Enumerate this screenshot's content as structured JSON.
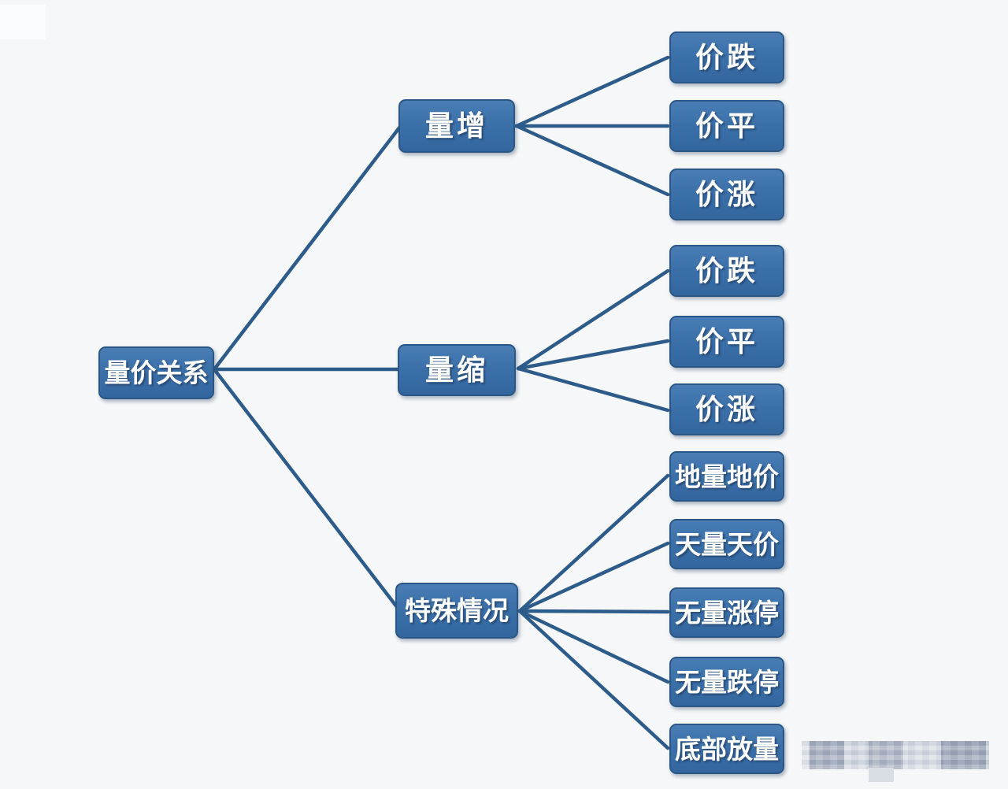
{
  "diagram": {
    "root": {
      "label": "量价关系"
    },
    "branches": [
      {
        "label": "量增",
        "children": [
          {
            "label": "价跌"
          },
          {
            "label": "价平"
          },
          {
            "label": "价涨"
          }
        ]
      },
      {
        "label": "量缩",
        "children": [
          {
            "label": "价跌"
          },
          {
            "label": "价平"
          },
          {
            "label": "价涨"
          }
        ]
      },
      {
        "label": "特殊情况",
        "children": [
          {
            "label": "地量地价"
          },
          {
            "label": "天量天价"
          },
          {
            "label": "无量涨停"
          },
          {
            "label": "无量跌停"
          },
          {
            "label": "底部放量"
          }
        ]
      }
    ],
    "colors": {
      "node_fill": "#3b70a9",
      "node_border": "#2b5786",
      "node_text": "#ffffff",
      "connector": "#2d5b8a",
      "background": "#f5f7f8",
      "watermark_gray": "#a9b1c2"
    }
  }
}
